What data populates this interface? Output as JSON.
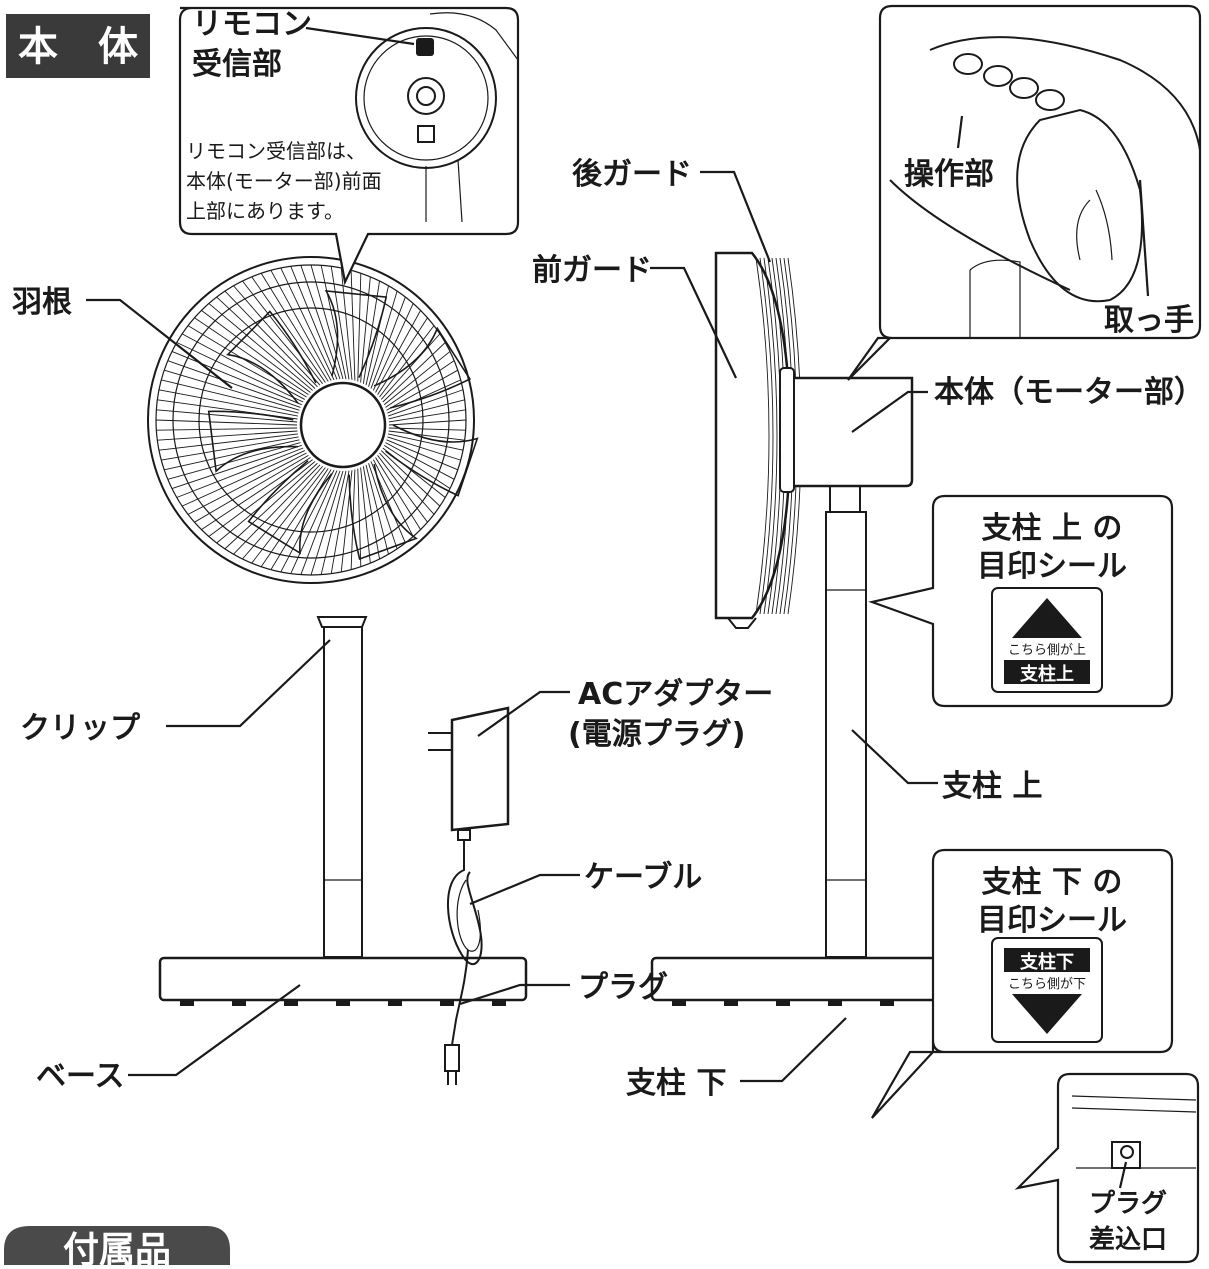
{
  "section_title": "本　体",
  "accessories_title": "付属品",
  "labels": {
    "remote_receiver": [
      "リモコン",
      "受信部"
    ],
    "remote_receiver_note": [
      "リモコン受信部は、",
      "本体(モーター部)前面",
      "上部にあります。"
    ],
    "blade": "羽根",
    "clip": "クリップ",
    "base": "ベース",
    "ac_adapter": [
      "ACアダプター",
      "(電源プラグ)"
    ],
    "cable": "ケーブル",
    "plug": "プラグ",
    "rear_guard": "後ガード",
    "front_guard": "前ガード",
    "control_panel": "操作部",
    "handle": "取っ手",
    "body_motor": "本体（モーター部）",
    "pole_upper": "支柱 上",
    "pole_lower": "支柱 下",
    "upper_mark_title": [
      "支柱 上 の",
      "目印シール"
    ],
    "upper_sticker_small": "こちら側が上",
    "upper_sticker_label": "支柱上",
    "lower_mark_title": [
      "支柱 下 の",
      "目印シール"
    ],
    "lower_sticker_label": "支柱下",
    "lower_sticker_small": "こちら側が下",
    "plug_inlet": [
      "プラグ",
      "差込口"
    ]
  },
  "colors": {
    "ink": "#1a1a1a",
    "title_bg": "#3a3a3a",
    "title_text": "#ffffff",
    "sticker_bg": "#1a1a1a",
    "accessory_tab": "#4a4a4a"
  }
}
